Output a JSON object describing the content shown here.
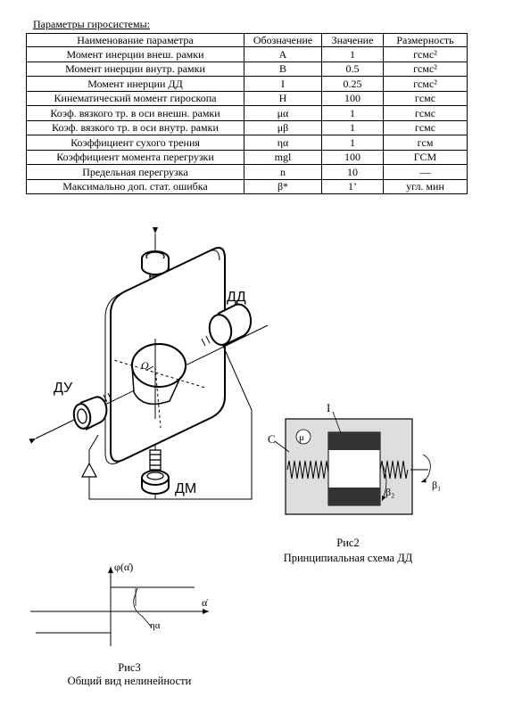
{
  "section_title": "Параметры гиросистемы:",
  "table": {
    "headers": [
      "Наименование параметра",
      "Обозначение",
      "Значение",
      "Размерность"
    ],
    "rows": [
      {
        "name": "Момент инерции внеш. рамки",
        "symbol": "A",
        "value": "1",
        "unit": "гсмс²"
      },
      {
        "name": "Момент инерции внутр. рамки",
        "symbol": "B",
        "value": "0.5",
        "unit": "гсмс²"
      },
      {
        "name": "Момент инерции ДД",
        "symbol": "I",
        "value": "0.25",
        "unit": "гсмс²"
      },
      {
        "name": "Кинематический момент гироскопа",
        "symbol": "H",
        "value": "100",
        "unit": "гсмс"
      },
      {
        "name": "Коэф. вязкого тр. в оси внешн. рамки",
        "symbol": "μα",
        "value": "1",
        "unit": "гсмс"
      },
      {
        "name": "Коэф. вязкого тр. в оси внутр. рамки",
        "symbol": "μβ",
        "value": "1",
        "unit": "гсмс"
      },
      {
        "name": "Коэффициент сухого трения",
        "symbol": "ηα",
        "value": "1",
        "unit": "гсм"
      },
      {
        "name": "Коэффициент момента перегрузки",
        "symbol": "mgl",
        "value": "100",
        "unit": "ГСМ"
      },
      {
        "name": "Предельная перегрузка",
        "symbol": "n",
        "value": "10",
        "unit": "—"
      },
      {
        "name": "Максимально доп. стат. ошибка",
        "symbol": "β*",
        "value": "1’",
        "unit": "угл. мин"
      }
    ]
  },
  "figure1": {
    "label_dd": "ДД",
    "label_du": "ДУ",
    "label_dm": "ДМ",
    "label_o": "O"
  },
  "figure2": {
    "label_i": "I",
    "label_c": "C",
    "label_mu": "μ",
    "label_beta1": "β₁",
    "label_beta2": "β₂",
    "caption_title": "Рис2",
    "caption_text": "Принципиальная схема ДД"
  },
  "figure3": {
    "axis_y": "φ(α̇)",
    "axis_x": "α̇",
    "label_eta": "ηα",
    "caption_title": "Рис3",
    "caption_text": "Общий вид нелинейности"
  }
}
